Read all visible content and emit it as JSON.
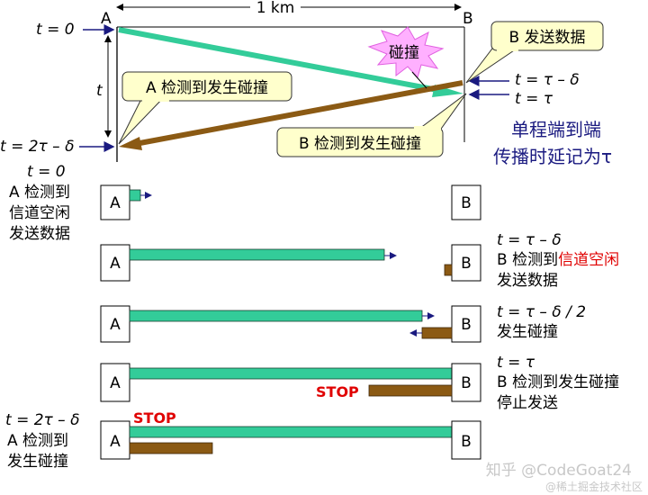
{
  "top": {
    "distance_label": "1 km",
    "station_a": "A",
    "station_b": "B",
    "t_axis_label": "t",
    "time_t0": "t = 0",
    "time_2tau_minus_delta": "t = 2τ – δ",
    "time_tau_minus_delta": "t = τ – δ",
    "time_tau": "t = τ",
    "collision_label": "碰撞",
    "b_send_label": "B 发送数据",
    "a_detect_label": "A 检测到发生碰撞",
    "b_detect_label": "B 检测到发生碰撞",
    "note_line1": "单程端到端",
    "note_line2": "传播时延记为τ"
  },
  "stages": [
    {
      "a_label": "A",
      "b_label": "B",
      "left_lines": [
        "t = 0",
        "A 检测到",
        "信道空闲",
        "发送数据"
      ],
      "right_lines": [],
      "stop_label": ""
    },
    {
      "a_label": "A",
      "b_label": "B",
      "left_lines": [],
      "right_lines": [
        "t = τ – δ",
        "B 检测到",
        "发送数据"
      ],
      "right_highlight": "信道空闲",
      "stop_label": ""
    },
    {
      "a_label": "A",
      "b_label": "B",
      "left_lines": [],
      "right_lines": [
        "t = τ – δ / 2",
        "发生碰撞"
      ],
      "stop_label": ""
    },
    {
      "a_label": "A",
      "b_label": "B",
      "left_lines": [],
      "right_lines": [
        "t = τ",
        "B 检测到发生碰撞",
        "停止发送"
      ],
      "stop_label": "STOP"
    },
    {
      "a_label": "A",
      "b_label": "B",
      "left_lines": [
        "t = 2τ – δ",
        "A 检测到",
        "发生碰撞"
      ],
      "right_lines": [],
      "stop_label": "STOP"
    }
  ],
  "watermark": {
    "line1": "知乎 @CodeGoat24",
    "line2": "@稀土掘金技术社区"
  },
  "colors": {
    "signal_a": "#33cc99",
    "signal_b": "#8b5a14",
    "callout_fill": "#ffffcc",
    "navy": "#1a1a80",
    "stop_red": "#e00000"
  }
}
